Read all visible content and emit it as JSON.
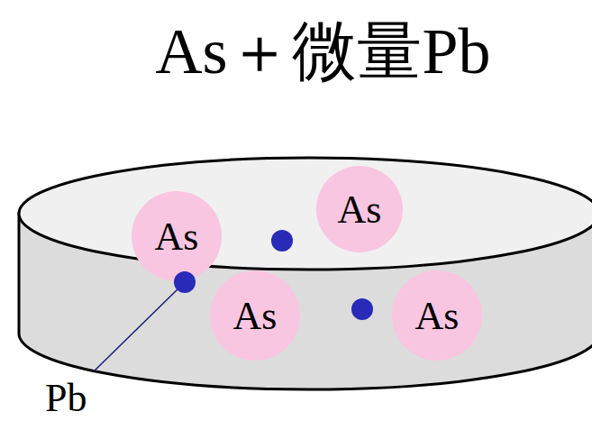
{
  "diagram": {
    "title": "As＋微量Pb",
    "nodes": [
      {
        "text": [
          "As"
        ]
      },
      {
        "text": [
          "As"
        ]
      },
      {
        "text": [
          "As"
        ]
      },
      {
        "text": [
          "As"
        ]
      }
    ],
    "labels": [
      "Pb"
    ]
  }
}
